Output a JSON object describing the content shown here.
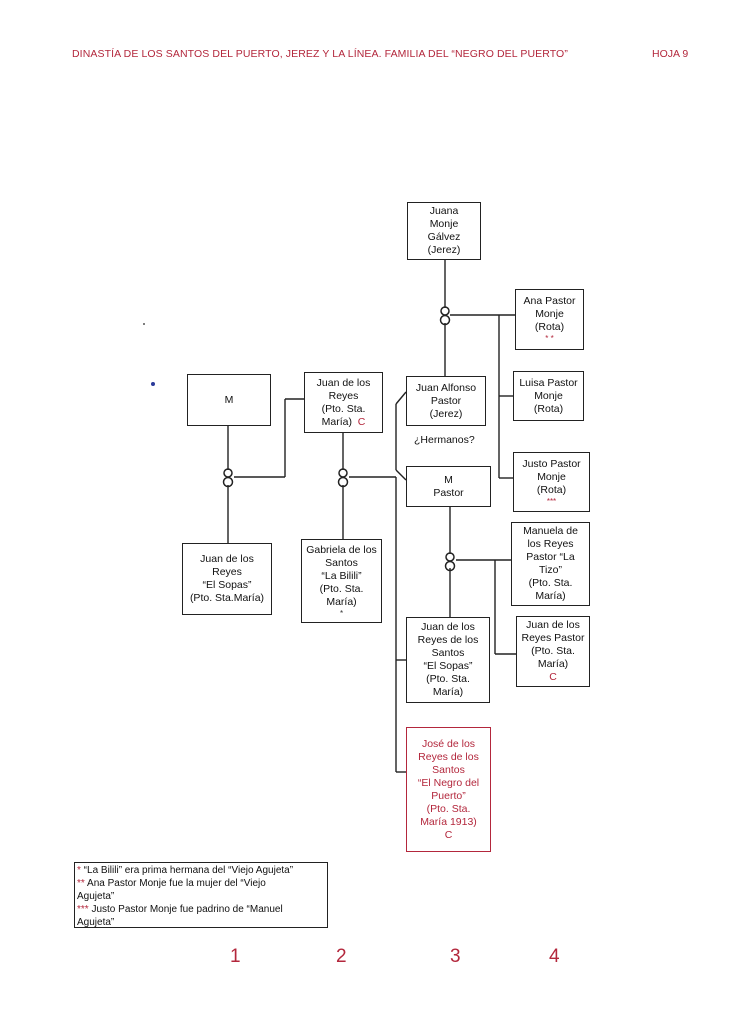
{
  "header": {
    "title": "DINASTÍA DE LOS SANTOS DEL PUERTO, JEREZ Y LA LÍNEA. FAMILIA DEL “NEGRO DEL PUERTO”",
    "page": "HOJA 9"
  },
  "persons": {
    "juana": {
      "lines": [
        "Juana",
        "Monje",
        "Gálvez",
        "(Jerez)"
      ]
    },
    "ana": {
      "lines": [
        "Ana Pastor",
        "Monje",
        "(Rota)"
      ],
      "mark": "* *"
    },
    "luisa": {
      "lines": [
        "Luisa Pastor",
        "Monje",
        "(Rota)"
      ]
    },
    "justo": {
      "lines": [
        "Justo Pastor",
        "Monje",
        "(Rota)"
      ],
      "mark": "***"
    },
    "m_left": {
      "lines": [
        "M"
      ]
    },
    "juan_reyes_c2": {
      "lines": [
        "Juan de los",
        "Reyes",
        "(Pto. Sta.",
        "María)"
      ],
      "mark": "C"
    },
    "juan_alfonso": {
      "lines": [
        "Juan Alfonso",
        "Pastor",
        "(Jerez)"
      ]
    },
    "m_pastor": {
      "lines": [
        "M",
        "Pastor"
      ]
    },
    "juan_sopas_c1": {
      "lines": [
        "Juan de los",
        "Reyes",
        "“El Sopas”",
        "(Pto. Sta.María)"
      ]
    },
    "gabriela": {
      "lines": [
        "Gabriela de los",
        "Santos",
        "“La Bilili”",
        "(Pto. Sta.",
        "María)"
      ],
      "mark": "*"
    },
    "manuela": {
      "lines": [
        "Manuela de",
        "los Reyes",
        "Pastor “La",
        "Tizo”",
        "(Pto. Sta.",
        "María)"
      ]
    },
    "juan_reyes_santos": {
      "lines": [
        "Juan de los",
        "Reyes de los",
        "Santos",
        "“El Sopas”",
        "(Pto. Sta.",
        "María)"
      ]
    },
    "juan_reyes_pastor": {
      "lines": [
        "Juan de los",
        "Reyes Pastor",
        "(Pto. Sta.",
        "María)"
      ],
      "mark": "C"
    },
    "jose": {
      "lines": [
        "José de los",
        "Reyes de los",
        "Santos",
        "“El Negro del",
        "Puerto”",
        "(Pto. Sta.",
        "María 1913)",
        "C"
      ]
    }
  },
  "hermanos_label": "¿Hermanos?",
  "notes": [
    {
      "star": "*",
      "text": " “La Bilili” era prima hermana del “Viejo Agujeta”"
    },
    {
      "star": "**",
      "text": " Ana Pastor Monje fue la mujer del “Viejo"
    },
    {
      "star": "",
      "text": "Agujeta”"
    },
    {
      "star": "***",
      "text": " Justo Pastor Monje fue padrino de “Manuel"
    },
    {
      "star": "",
      "text": "Agujeta”"
    }
  ],
  "columns": [
    "1",
    "2",
    "3",
    "4"
  ],
  "colors": {
    "accent": "#b3273c",
    "line": "#222222"
  }
}
